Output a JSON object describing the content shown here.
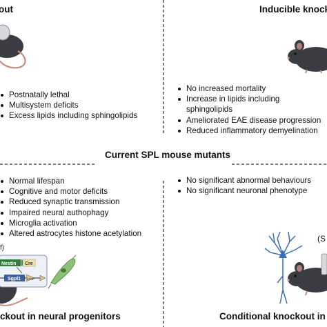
{
  "quadrants": {
    "top_left": {
      "title": "out",
      "bullets": [
        "Postnatally lethal",
        "Multisystem deficits",
        "Excess lipids including sphingolipids"
      ]
    },
    "top_right": {
      "title": "Inducible knocko",
      "bullets": [
        "No increased mortality",
        "Increase in lipids including sphingolipids",
        "Ameliorated EAE disease progression",
        "Reduced inflammatory demyelination"
      ]
    },
    "bottom_left": {
      "title": "ckout in neural progenitors",
      "bullets": [
        "Normal lifespan",
        "Cognitive and motor deficits",
        "Reduced synaptic transmission",
        "Impaired neural authophagy",
        "Microglia activation",
        "Altered astrocytes histone acetylation"
      ],
      "partial_label": "f)",
      "construct": {
        "promoter": "Nestin",
        "recombinase": "Cre",
        "gene": "Sgpl1",
        "site": "LoxP"
      }
    },
    "bottom_right": {
      "title": "Conditional knockout in po",
      "bullets": [
        "No significant abnormal behaviours",
        "No significant neuronal phenotype"
      ],
      "partial_label": "(S"
    }
  },
  "center": {
    "title": "Current SPL mouse mutants"
  },
  "colors": {
    "mouse": "#3b3b42",
    "tail": "#c98b7c",
    "neuron": "#3a6fb0",
    "cell": "#8fc07a",
    "nestin": "#2e7d3a",
    "cre": "#f5e6a8",
    "sgpl1": "#3d5fa0",
    "loxp": "#d9c08a",
    "dashed": "#333333"
  }
}
